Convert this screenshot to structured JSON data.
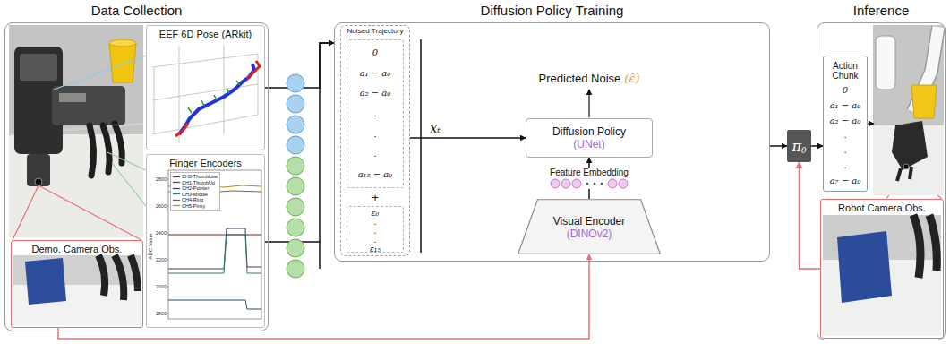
{
  "diagram": {
    "nodes": [
      {
        "text": [
          "Data Collection"
        ]
      },
      {
        "text": [
          "EEF 6D Pose (ARkit)"
        ],
        "in": 0
      },
      {
        "text": [
          "Demo. Camera Obs."
        ],
        "in": 0
      },
      {
        "text": [
          "Finger Encoders"
        ],
        "in": 0
      },
      {
        "text": [
          "Diffusion Policy Training"
        ]
      },
      {
        "text": [
          "Noised Trajectory"
        ],
        "in": 4
      },
      {
        "text": [
          "0",
          "a₁ − a₀",
          "a₂ − a₀",
          ".",
          ".",
          ".",
          "a₁₅ − a₀"
        ],
        "in": 5
      },
      {
        "text": [
          "ε₀",
          ".",
          ".",
          ".",
          "ε₁₅"
        ],
        "in": 5
      },
      {
        "text": [
          "Diffusion Policy",
          "(UNet)"
        ],
        "in": 4
      },
      {
        "text": [
          "Visual Encoder",
          "(DINOv2)"
        ],
        "in": 4
      },
      {
        "text": [
          "π",
          "θ"
        ]
      },
      {
        "text": [
          "Inference"
        ]
      },
      {
        "text": [
          "Action Chunk",
          "0",
          "a₁ − a₀",
          "a₂ − a₀",
          ".",
          ".",
          ".",
          "a₇ − a₀"
        ],
        "in": 11
      },
      {
        "text": [
          "Robot Camera Obs."
        ],
        "in": 11
      }
    ],
    "edges": [
      {
        "from": 1,
        "to": 4,
        "arrow": "to"
      },
      {
        "from": 3,
        "to": 4,
        "arrow": "to"
      },
      {
        "from": 5,
        "to": 8,
        "arrow": "to",
        "label": "xₜ"
      },
      {
        "from": 9,
        "to": 8,
        "arrow": "to",
        "label": "Feature Embedding"
      },
      {
        "from": 4,
        "to": 10,
        "arrow": "to"
      },
      {
        "from": 10,
        "to": 12,
        "arrow": "to"
      },
      {
        "from": 2,
        "to": 9,
        "arrow": "to"
      },
      {
        "from": 13,
        "to": 10,
        "arrow": "to"
      }
    ],
    "labels": [
      "+",
      "Predicted Noise",
      "(ε̂)",
      "ADC Value",
      "2800",
      "2600",
      "2400",
      "2200",
      "2000",
      "1800"
    ],
    "legend": [
      {
        "text": "CH0-ThumbLow"
      },
      {
        "text": "CH1-ThumbUp"
      },
      {
        "text": "CH2-Pointer"
      },
      {
        "text": "CH3-Middle"
      },
      {
        "text": "CH4-Ring"
      },
      {
        "text": "CH5-Pinky"
      }
    ]
  }
}
